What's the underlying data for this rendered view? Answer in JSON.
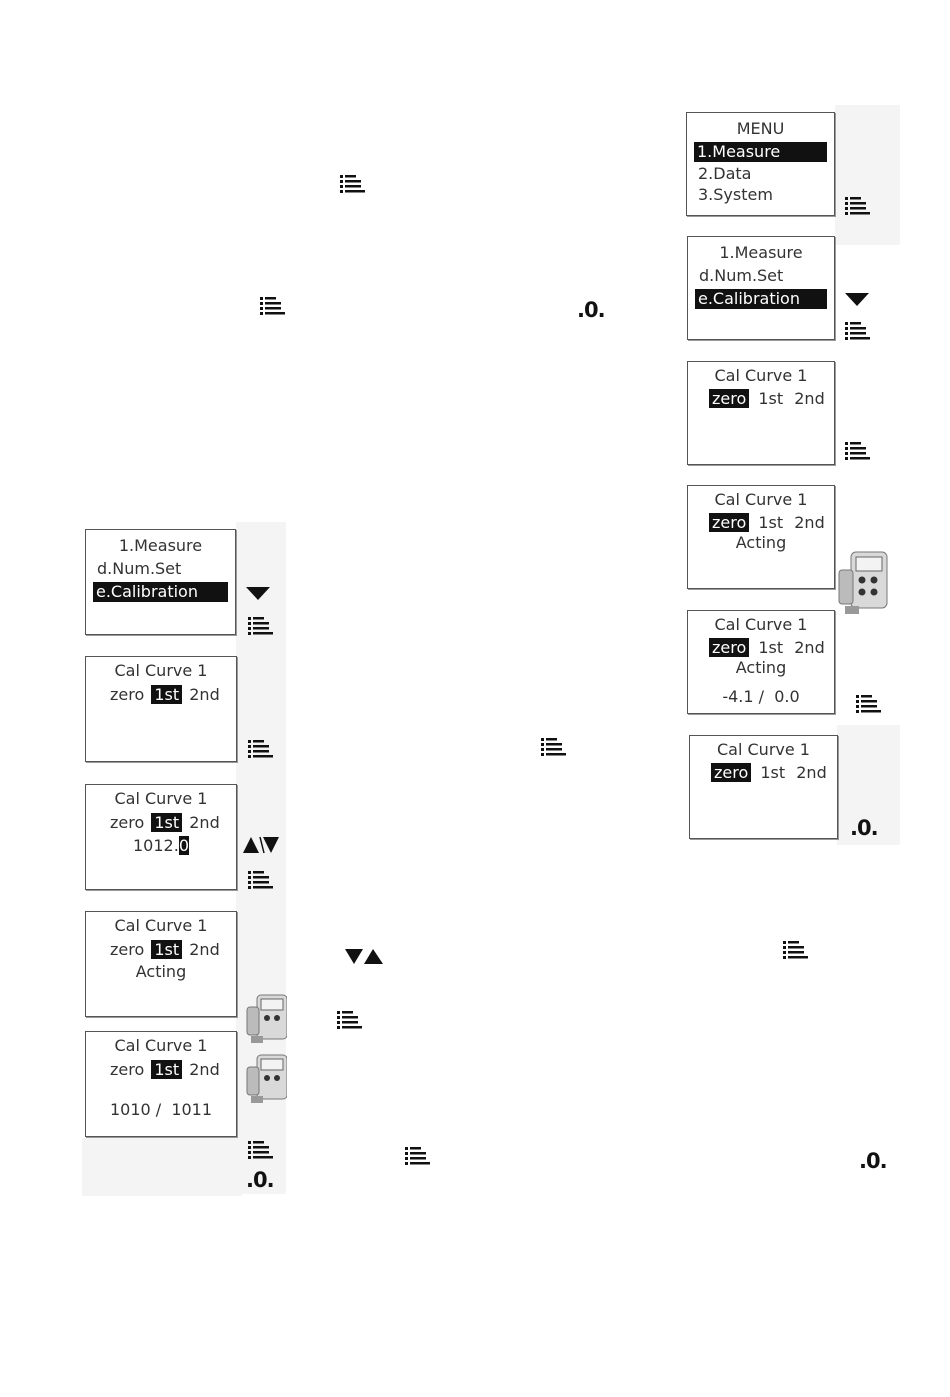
{
  "screens": {
    "menu": {
      "title": "MENU",
      "items": [
        "1.Measure",
        "2.Data",
        "3.System"
      ],
      "selected": "1.Measure"
    },
    "measure_right": {
      "title": "1.Measure",
      "item1": "d.Num.Set",
      "item2": "e.Calibration"
    },
    "cal_right_1": {
      "title": "Cal Curve 1",
      "zero": "zero",
      "first": "1st",
      "second": "2nd"
    },
    "cal_right_2": {
      "title": "Cal Curve 1",
      "zero": "zero",
      "first": "1st",
      "second": "2nd",
      "status": "Acting"
    },
    "cal_right_3": {
      "title": "Cal Curve 1",
      "zero": "zero",
      "first": "1st",
      "second": "2nd",
      "status": "Acting",
      "reading": "-4.1 /  0.0"
    },
    "cal_right_4": {
      "title": "Cal Curve 1",
      "zero": "zero",
      "first": "1st",
      "second": "2nd"
    },
    "measure_left": {
      "title": "1.Measure",
      "item1": "d.Num.Set",
      "item2": "e.Calibration"
    },
    "cal_left_1": {
      "title": "Cal Curve 1",
      "zero": "zero",
      "first": "1st",
      "second": "2nd"
    },
    "cal_left_2": {
      "title": "Cal Curve 1",
      "zero": "zero",
      "first": "1st",
      "second": "2nd",
      "value_main": "1012.",
      "value_cursor": "0"
    },
    "cal_left_3": {
      "title": "Cal Curve 1",
      "zero": "zero",
      "first": "1st",
      "second": "2nd",
      "status": "Acting"
    },
    "cal_left_4": {
      "title": "Cal Curve 1",
      "zero": "zero",
      "first": "1st",
      "second": "2nd",
      "reading": "1010 /  1011"
    }
  },
  "symbols": {
    "zero_key": ".0."
  }
}
